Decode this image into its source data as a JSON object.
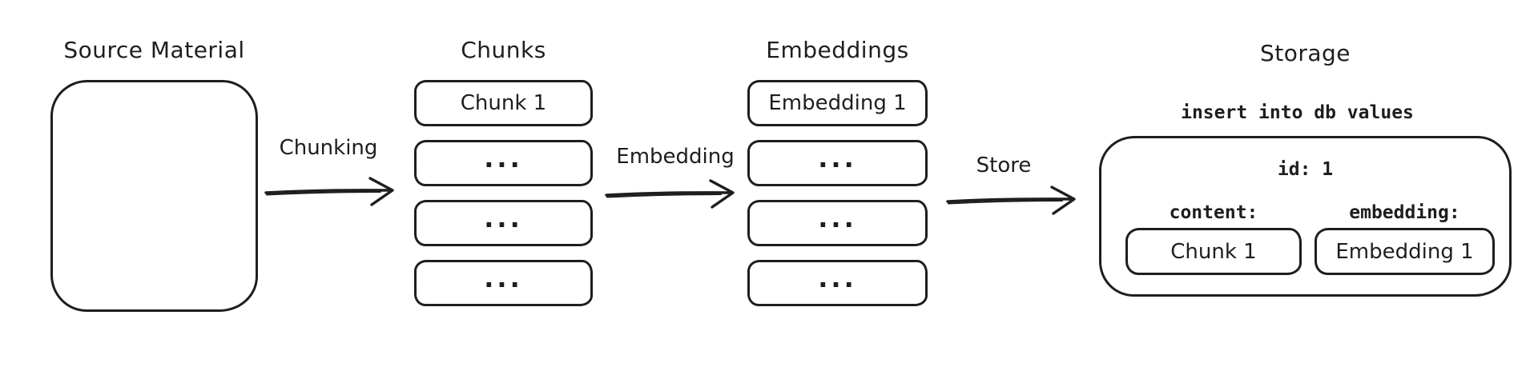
{
  "diagram": {
    "source": {
      "title": "Source Material"
    },
    "chunking": {
      "label": "Chunking"
    },
    "chunks": {
      "title": "Chunks",
      "items": [
        "Chunk 1",
        "...",
        "...",
        "..."
      ]
    },
    "embedding": {
      "label": "Embedding"
    },
    "embeddings": {
      "title": "Embeddings",
      "items": [
        "Embedding 1",
        "...",
        "...",
        "..."
      ]
    },
    "store": {
      "label": "Store"
    },
    "storage": {
      "title": "Storage",
      "query_text": "insert into db values",
      "record": {
        "id_label": "id: 1",
        "content_label": "content:",
        "content_value": "Chunk 1",
        "embedding_label": "embedding:",
        "embedding_value": "Embedding 1"
      }
    },
    "colors": {
      "stroke": "#1e1e1e",
      "background": "#ffffff"
    }
  }
}
